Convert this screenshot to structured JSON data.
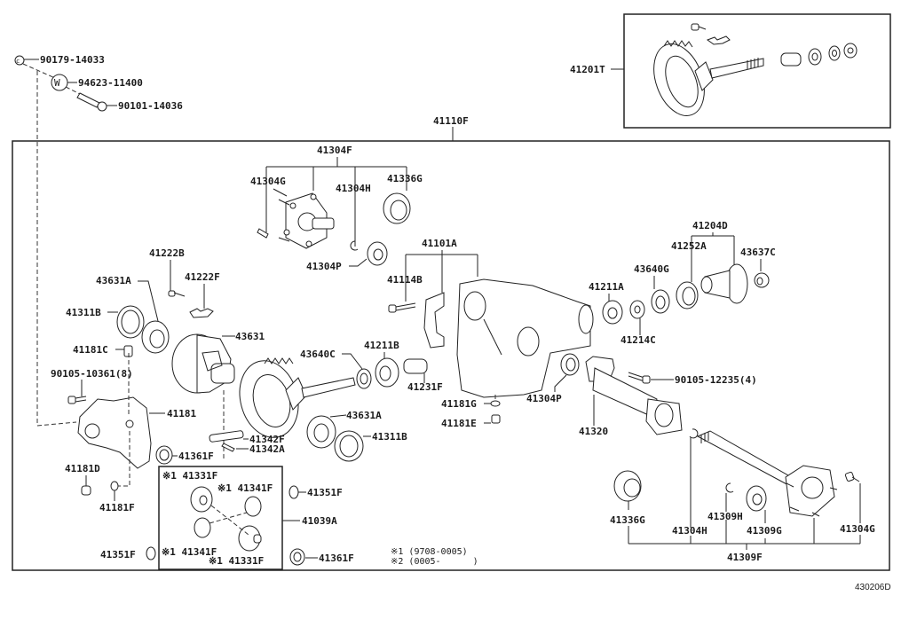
{
  "diagram": {
    "type": "parts-exploded-view",
    "subject": "Rear differential carrier assembly",
    "figure_code": "430206D",
    "assembly_label": "41110F",
    "top_right_kit_label": "41201T",
    "parts": {
      "p90179_14033": "90179-14033",
      "p94623_11400": "94623-11400",
      "p90101_14036": "90101-14036",
      "p41304F": "41304F",
      "p41304G_top": "41304G",
      "p41304H_top": "41304H",
      "p41336G_top": "41336G",
      "p41304P_top": "41304P",
      "p41101A": "41101A",
      "p41114B": "41114B",
      "p41222B": "41222B",
      "p41222F": "41222F",
      "p43631A_left": "43631A",
      "p41311B_left": "41311B",
      "p43631": "43631",
      "p41181C": "41181C",
      "p90105_10361": "90105-10361(8)",
      "p41181": "41181",
      "p43640C": "43640C",
      "p41211B": "41211B",
      "p41231F": "41231F",
      "p41181G": "41181G",
      "p41181E": "41181E",
      "p43631A_right": "43631A",
      "p41311B_right": "41311B",
      "p41342F": "41342F",
      "p41342A": "41342A",
      "p41361F_top": "41361F",
      "p41181D": "41181D",
      "p41181F": "41181F",
      "p41331F_top": "※1 41331F",
      "p41341F_top": "※1 41341F",
      "p41351F_right": "41351F",
      "p41039A": "41039A",
      "p41351F_left": "41351F",
      "p41341F_bottom": "※1 41341F",
      "p41331F_bottom": "※1 41331F",
      "p41361F_bottom": "41361F",
      "p41204D": "41204D",
      "p41252A": "41252A",
      "p43637C": "43637C",
      "p43640G": "43640G",
      "p41211A": "41211A",
      "p41214C": "41214C",
      "p41304P_right": "41304P",
      "p90105_12235": "90105-12235(4)",
      "p41320": "41320",
      "p41336G_bottom": "41336G",
      "p41304H_bottom": "41304H",
      "p41309H": "41309H",
      "p41309G": "41309G",
      "p41304G_bottom": "41304G",
      "p41309F": "41309F"
    },
    "notes": {
      "note1": "※1 (9708-0005)",
      "note2": "※2 (0005-      )"
    }
  }
}
